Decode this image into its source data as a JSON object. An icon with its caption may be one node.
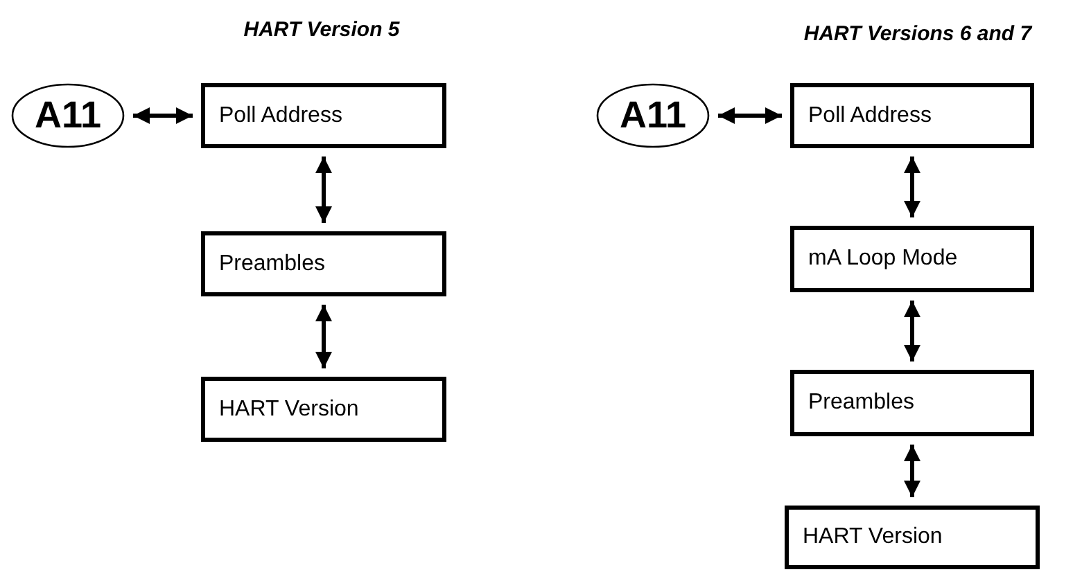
{
  "diagram": {
    "nodes": [
      {
        "text": [
          "A11"
        ]
      },
      {
        "text": [
          "Poll Address"
        ]
      },
      {
        "text": [
          "Preambles"
        ]
      },
      {
        "text": [
          "HART Version"
        ]
      },
      {
        "text": [
          "A11"
        ]
      },
      {
        "text": [
          "Poll Address"
        ]
      },
      {
        "text": [
          "mA Loop Mode"
        ]
      },
      {
        "text": [
          "Preambles"
        ]
      },
      {
        "text": [
          "HART Version"
        ]
      }
    ],
    "edges": [
      {
        "from": 0,
        "to": 1,
        "arrow": "both"
      },
      {
        "from": 1,
        "to": 2,
        "arrow": "both"
      },
      {
        "from": 2,
        "to": 3,
        "arrow": "both"
      },
      {
        "from": 4,
        "to": 5,
        "arrow": "both"
      },
      {
        "from": 5,
        "to": 6,
        "arrow": "both"
      },
      {
        "from": 6,
        "to": 7,
        "arrow": "both"
      },
      {
        "from": 7,
        "to": 8,
        "arrow": "both"
      }
    ],
    "labels": [
      "HART Version 5",
      "HART Versions 6 and 7"
    ]
  }
}
